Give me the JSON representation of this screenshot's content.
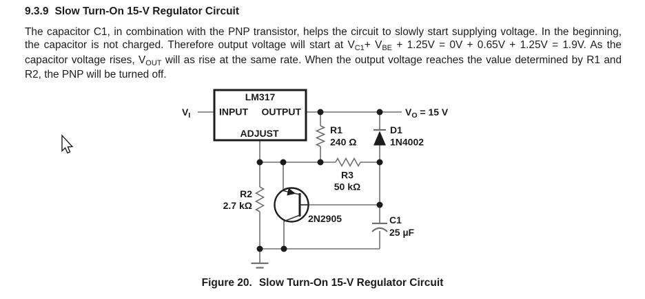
{
  "section": {
    "number": "9.3.9",
    "title": "Slow Turn-On 15-V Regulator Circuit"
  },
  "paragraph": {
    "seg1": "The capacitor C1, in combination with the PNP transistor, helps the circuit to slowly start supplying voltage. In the beginning, the capacitor is not charged. Therefore output voltage will start at V",
    "sub1": "C1",
    "seg2": "+ V",
    "sub2": "BE",
    "seg3": " + 1.25V = 0V + 0.65V + 1.25V = 1.9V. As the capacitor voltage rises, V",
    "sub3": "OUT",
    "seg4": " will as rise at the same rate. When the output voltage reaches the value determined by R1 and R2, the PNP will be turned off."
  },
  "figure": {
    "caption_prefix": "Figure 20.",
    "caption_title": "Slow Turn-On 15-V Regulator Circuit"
  },
  "circuit": {
    "ic": {
      "part": "LM317",
      "pin_input": "INPUT",
      "pin_output": "OUTPUT",
      "pin_adjust": "ADJUST"
    },
    "vin": {
      "symbol": "V",
      "sub": "I"
    },
    "vout": {
      "symbol": "V",
      "sub": "O",
      "value": " = 15 V"
    },
    "r1": {
      "ref": "R1",
      "value": "240 Ω"
    },
    "r2": {
      "ref": "R2",
      "value": "2.7 kΩ"
    },
    "r3": {
      "ref": "R3",
      "value": "50 kΩ"
    },
    "d1": {
      "ref": "D1",
      "value": "1N4002"
    },
    "q1": {
      "ref": "2N2905"
    },
    "c1": {
      "ref": "C1",
      "value": "25 µF"
    }
  },
  "colors": {
    "ink": "#1c1c1c",
    "wire": "#6e6e6e",
    "paper": "#ffffff"
  }
}
